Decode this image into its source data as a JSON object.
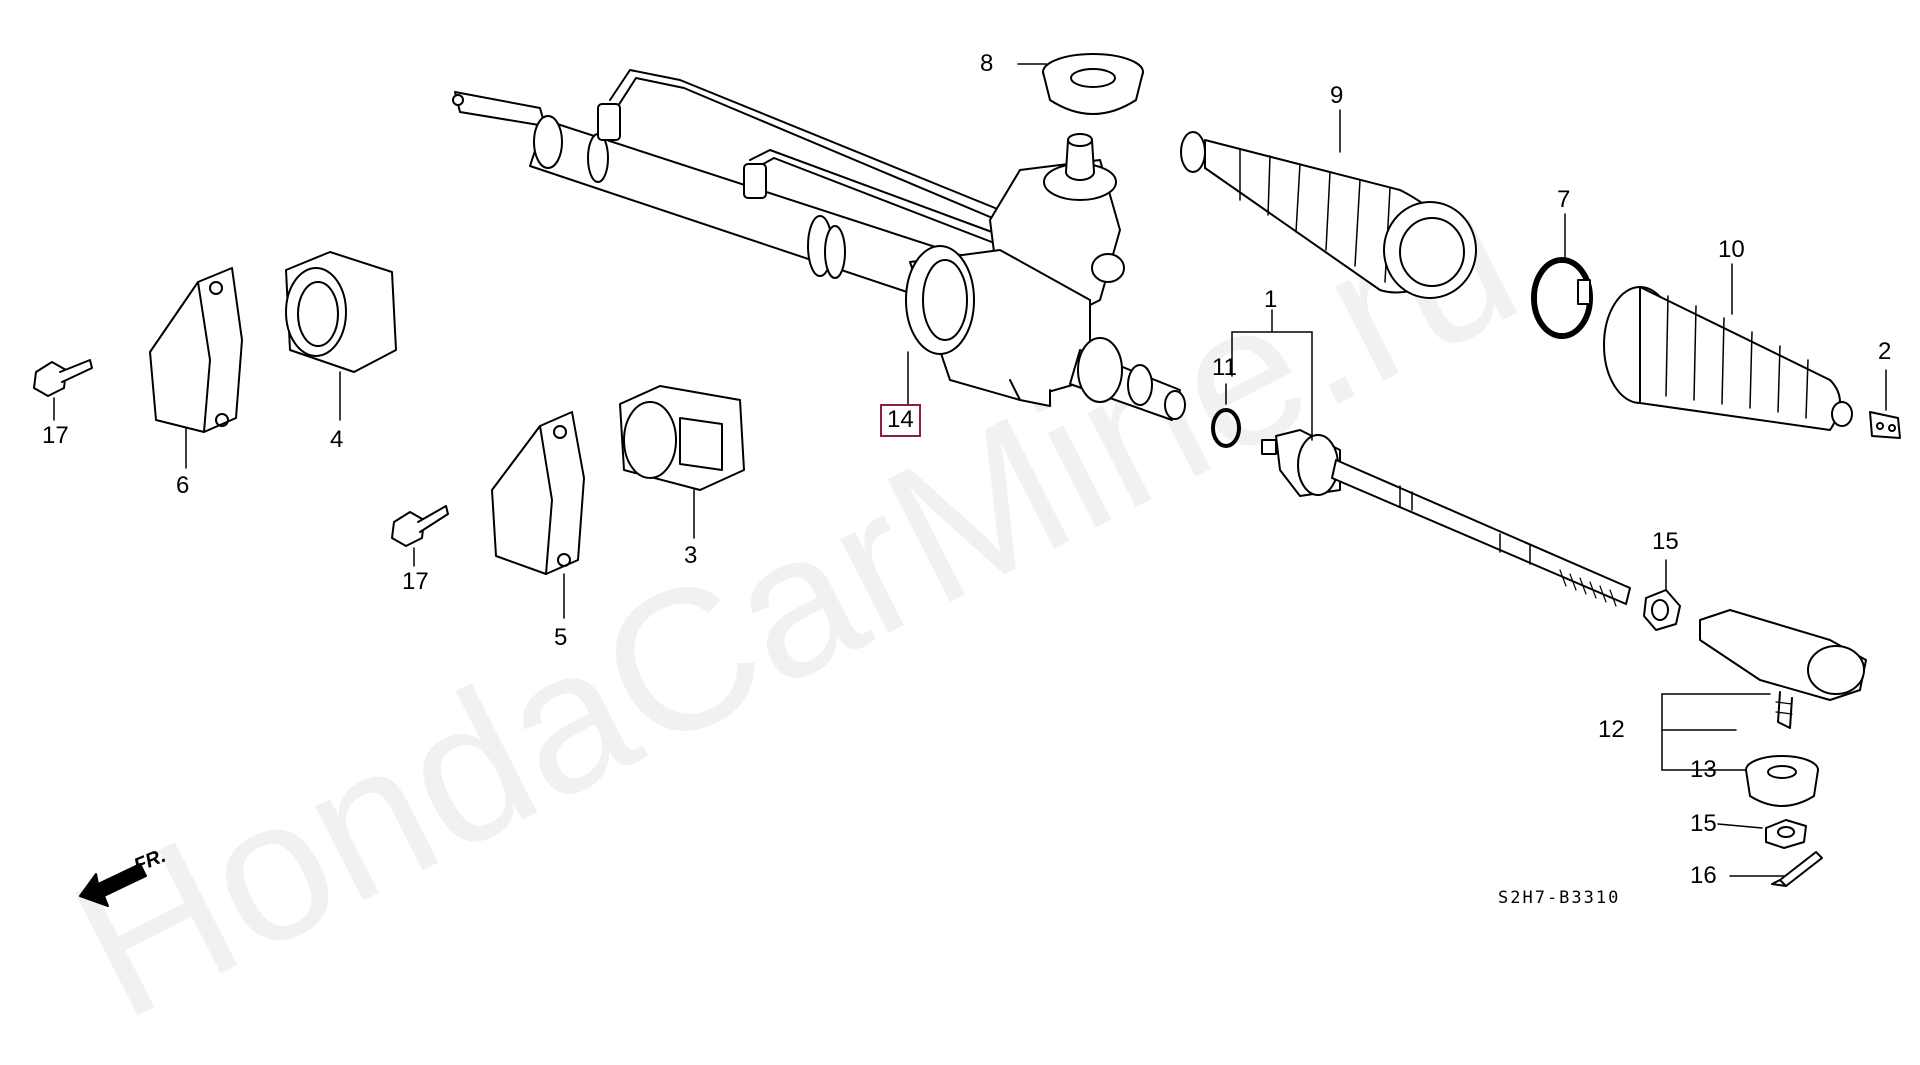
{
  "watermark": "HondaCarMine.ru",
  "diagram_code": "S2H7-B3310",
  "direction_label": "FR.",
  "highlight_color": "#8e1f3a",
  "parts": {
    "p1": "1",
    "p2": "2",
    "p3": "3",
    "p4": "4",
    "p5": "5",
    "p6": "6",
    "p7": "7",
    "p8": "8",
    "p9": "9",
    "p10": "10",
    "p11": "11",
    "p12": "12",
    "p13": "13",
    "p14": "14",
    "p15a": "15",
    "p15b": "15",
    "p16": "16",
    "p17a": "17",
    "p17b": "17"
  }
}
